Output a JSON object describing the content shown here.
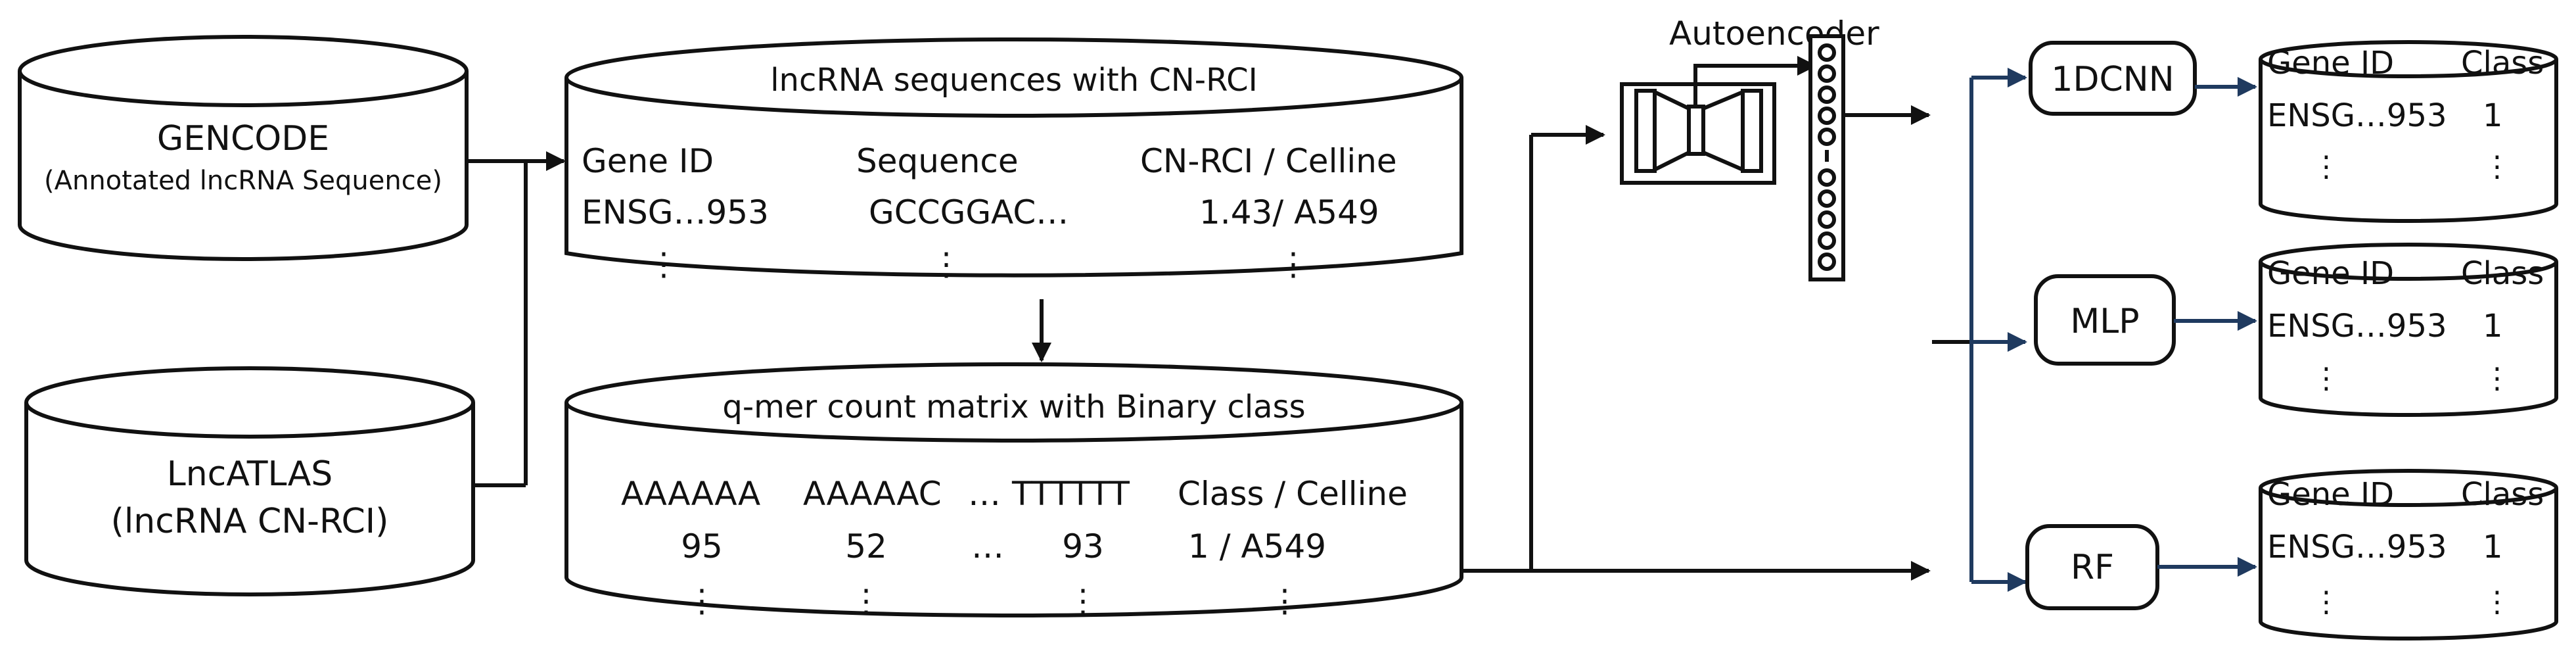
{
  "databases": {
    "gencode": {
      "title": "GENCODE",
      "subtitle": "(Annotated lncRNA Sequence)"
    },
    "lncatlas": {
      "title": "LncATLAS",
      "subtitle": "(lncRNA CN-RCI)"
    }
  },
  "sequences_table": {
    "title": "lncRNA sequences with CN-RCI",
    "headers": [
      "Gene ID",
      "Sequence",
      "CN-RCI / Celline"
    ],
    "row": [
      "ENSG…953",
      "GCCGGAC…",
      "1.43/ A549"
    ],
    "ellipsis": "⋮"
  },
  "qmer_table": {
    "title": "q-mer count matrix with Binary class",
    "headers": [
      "AAAAAA",
      "AAAAAC",
      "…",
      "TTTTTT",
      "Class / Celline"
    ],
    "row": [
      "95",
      "52",
      "…",
      "93",
      "1 / A549"
    ],
    "ellipsis": "⋮"
  },
  "autoencoder": {
    "label": "Autoencoder"
  },
  "models": [
    {
      "name": "1DCNN"
    },
    {
      "name": "MLP"
    },
    {
      "name": "RF"
    }
  ],
  "results": {
    "headers": [
      "Gene ID",
      "Class"
    ],
    "row": [
      "ENSG…953",
      "1"
    ],
    "ellipsis": "⋮"
  },
  "colors": {
    "ink": "#111111",
    "arrow_blue": "#1f3a5f"
  }
}
